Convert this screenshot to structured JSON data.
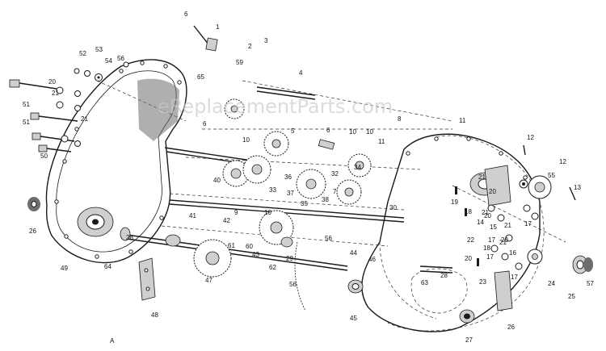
{
  "watermark": "eReplacementParts.com",
  "part_numbers": [
    "1",
    "2",
    "3",
    "4",
    "5",
    "6",
    "7",
    "8",
    "9",
    "10",
    "10",
    "10",
    "10",
    "11",
    "11",
    "12",
    "12",
    "13",
    "14",
    "15",
    "16",
    "17",
    "17",
    "17",
    "17",
    "18",
    "18",
    "19",
    "20",
    "20",
    "20",
    "20",
    "20",
    "21",
    "21",
    "21",
    "21",
    "21",
    "21",
    "22",
    "23",
    "24",
    "25",
    "26",
    "26",
    "27",
    "28",
    "28",
    "29",
    "30",
    "32",
    "33",
    "34",
    "35",
    "36",
    "37",
    "38",
    "40",
    "41",
    "42",
    "43",
    "44",
    "45",
    "46",
    "47",
    "48",
    "49",
    "50",
    "51",
    "51",
    "52",
    "53",
    "54",
    "55",
    "56",
    "56",
    "56",
    "57",
    "59",
    "60",
    "61",
    "62",
    "63",
    "64",
    "65",
    "6",
    "6",
    "A"
  ]
}
